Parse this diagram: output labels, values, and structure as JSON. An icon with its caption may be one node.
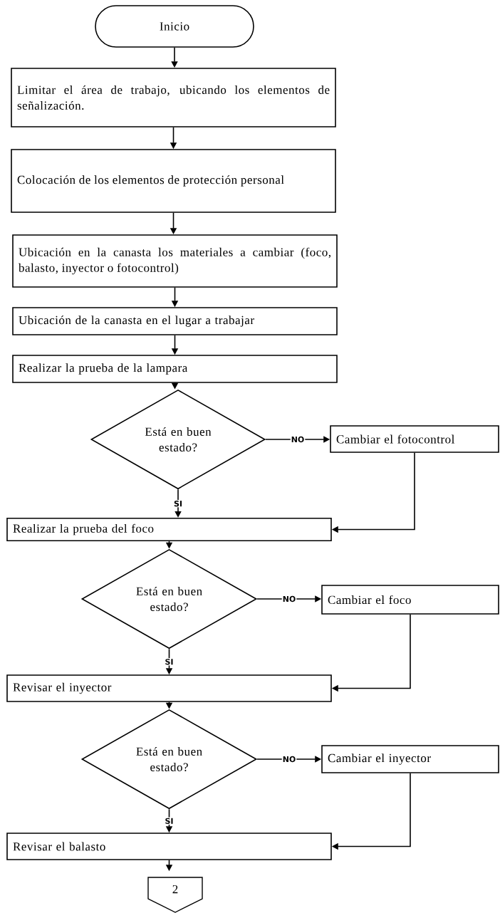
{
  "diagram": {
    "nodes": [
      {
        "text": [
          "Inicio"
        ]
      },
      {
        "text": [
          "Limitar el área de trabajo, ubicando los elementos de señalización."
        ]
      },
      {
        "text": [
          "Colocación de los elementos de protección personal"
        ]
      },
      {
        "text": [
          "Ubicación en la canasta los materiales a cambiar (foco, balasto, inyector o fotocontrol)"
        ]
      },
      {
        "text": [
          "Ubicación de la canasta en el lugar a trabajar"
        ]
      },
      {
        "text": [
          "Realizar la prueba de la lampara"
        ]
      },
      {
        "text": [
          "Está en buen estado?"
        ]
      },
      {
        "text": [
          "Cambiar el fotocontrol"
        ]
      },
      {
        "text": [
          "Realizar la prueba del foco"
        ]
      },
      {
        "text": [
          "Está en buen estado?"
        ]
      },
      {
        "text": [
          "Cambiar el foco"
        ]
      },
      {
        "text": [
          "Revisar el inyector"
        ]
      },
      {
        "text": [
          "Está en buen estado?"
        ]
      },
      {
        "text": [
          "Cambiar el inyector"
        ]
      },
      {
        "text": [
          "Revisar el balasto"
        ]
      },
      {
        "text": [
          "2"
        ]
      }
    ],
    "edges": [
      {
        "from": 0,
        "to": 1,
        "arrow": "to"
      },
      {
        "from": 1,
        "to": 2,
        "arrow": "to"
      },
      {
        "from": 2,
        "to": 3,
        "arrow": "to"
      },
      {
        "from": 3,
        "to": 4,
        "arrow": "to"
      },
      {
        "from": 4,
        "to": 5,
        "arrow": "to"
      },
      {
        "from": 5,
        "to": 6,
        "arrow": "to"
      },
      {
        "from": 6,
        "to": 7,
        "arrow": "to",
        "label": "NO"
      },
      {
        "from": 6,
        "to": 8,
        "arrow": "to",
        "label": "SI"
      },
      {
        "from": 7,
        "to": 8,
        "arrow": "to"
      },
      {
        "from": 8,
        "to": 9,
        "arrow": "to"
      },
      {
        "from": 9,
        "to": 10,
        "arrow": "to",
        "label": "NO"
      },
      {
        "from": 9,
        "to": 11,
        "arrow": "to",
        "label": "SI"
      },
      {
        "from": 10,
        "to": 11,
        "arrow": "to"
      },
      {
        "from": 11,
        "to": 12,
        "arrow": "to"
      },
      {
        "from": 12,
        "to": 13,
        "arrow": "to",
        "label": "NO"
      },
      {
        "from": 12,
        "to": 14,
        "arrow": "to",
        "label": "SI"
      },
      {
        "from": 13,
        "to": 14,
        "arrow": "to"
      },
      {
        "from": 14,
        "to": 15,
        "arrow": "to"
      }
    ]
  }
}
